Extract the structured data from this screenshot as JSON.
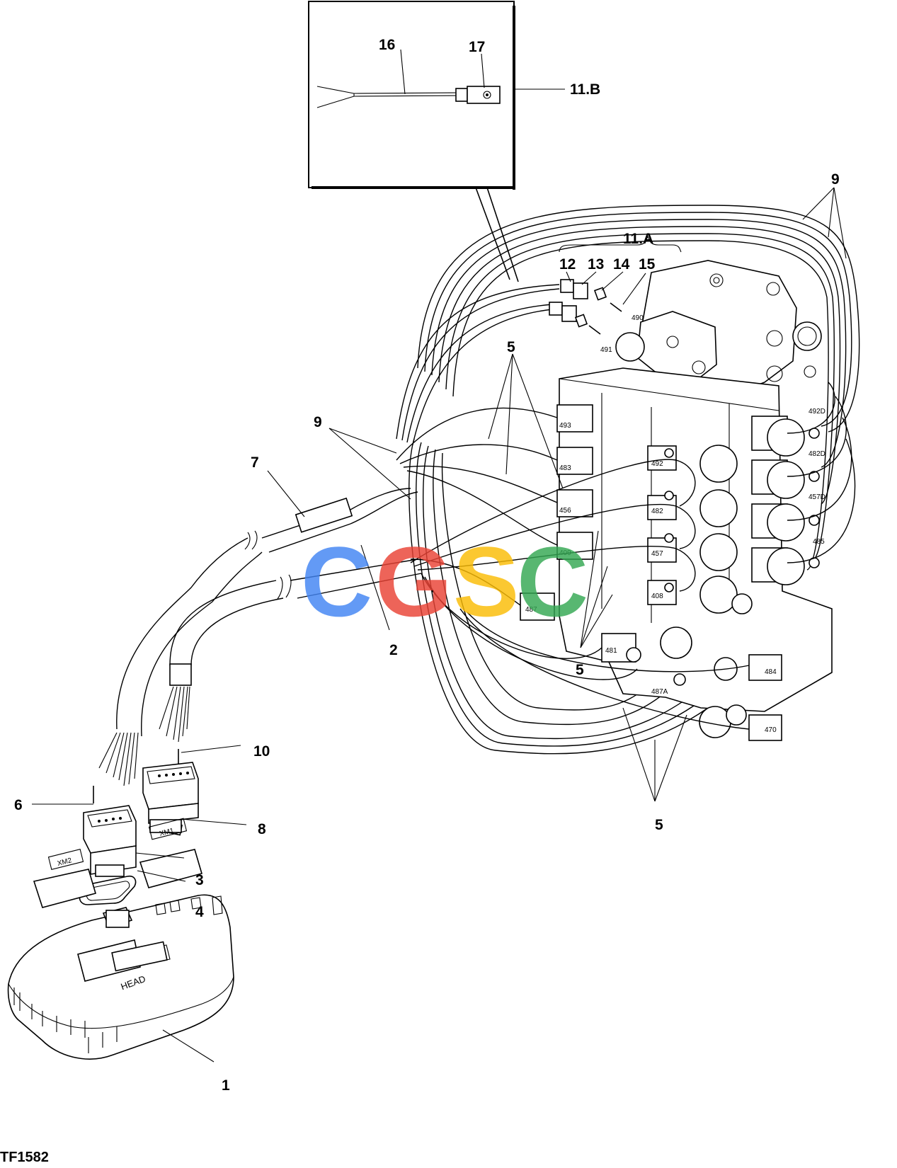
{
  "figure_id": "TF1582",
  "callouts": {
    "c1": "1",
    "c2": "2",
    "c3": "3",
    "c4": "4",
    "c5a": "5",
    "c5b": "5",
    "c5c": "5",
    "c6": "6",
    "c7": "7",
    "c8": "8",
    "c9a": "9",
    "c9b": "9",
    "c10": "10",
    "c11a": "11.A",
    "c11b": "11.B",
    "c12": "12",
    "c13": "13",
    "c14": "14",
    "c15": "15",
    "c16": "16",
    "c17": "17"
  },
  "component_labels": {
    "head": "HEAD",
    "xm1": "XM1",
    "xm2": "XM2"
  },
  "wire_tags": {
    "t490": "490",
    "t491": "491",
    "t493": "493",
    "t483": "483",
    "t456": "456",
    "t409": "409",
    "t487": "487",
    "t492": "492",
    "t482": "482",
    "t457": "457",
    "t408": "408",
    "t481": "481",
    "t487a": "487A",
    "t484": "484",
    "t470": "470",
    "t492d": "492D",
    "t482d": "482D",
    "t457d": "457D",
    "t485": "485"
  },
  "watermark": {
    "letters": [
      "C",
      "G",
      "S",
      "C"
    ],
    "colors": [
      "#4285F4",
      "#EA4335",
      "#FBBC05",
      "#34A853"
    ]
  }
}
